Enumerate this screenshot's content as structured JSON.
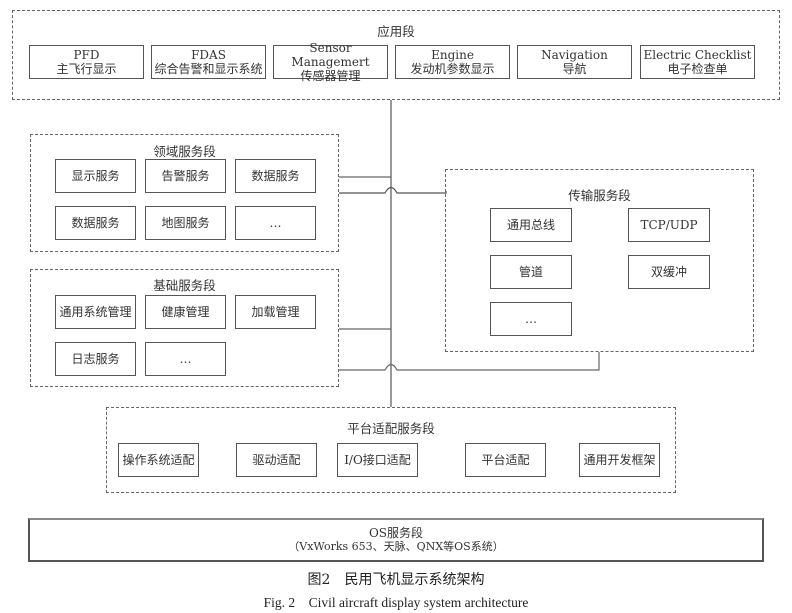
{
  "application_layer": {
    "title": "应用段",
    "modules": [
      {
        "en": "PFD",
        "zh": "主飞行显示"
      },
      {
        "en": "FDAS",
        "zh": "综合告警和显示系统"
      },
      {
        "en": "Sensor Managemert",
        "zh": "传感器管理"
      },
      {
        "en": "Engine",
        "zh": "发动机参数显示"
      },
      {
        "en": "Navigation",
        "zh": "导航"
      },
      {
        "en": "Electric Checklist",
        "zh": "电子检查单"
      }
    ]
  },
  "domain_layer": {
    "title": "领域服务段",
    "modules": [
      "显示服务",
      "告警服务",
      "数据服务",
      "数据服务",
      "地图服务",
      "…"
    ]
  },
  "base_layer": {
    "title": "基础服务段",
    "modules": [
      "通用系统管理",
      "健康管理",
      "加载管理",
      "日志服务",
      "…"
    ]
  },
  "transport_layer": {
    "title": "传输服务段",
    "modules": [
      "通用总线",
      "TCP/UDP",
      "管道",
      "双缓冲",
      "…"
    ]
  },
  "platform_layer": {
    "title": "平台适配服务段",
    "modules": [
      "操作系统适配",
      "驱动适配",
      "I/O接口适配",
      "平台适配",
      "通用开发框架"
    ]
  },
  "os_layer": {
    "title": "OS服务段",
    "subtitle": "（VxWorks 653、天脉、QNX等OS系统）"
  },
  "caption": {
    "zh": "图2　民用飞机显示系统架构",
    "en": "Fig. 2　Civil aircraft display system architecture"
  }
}
